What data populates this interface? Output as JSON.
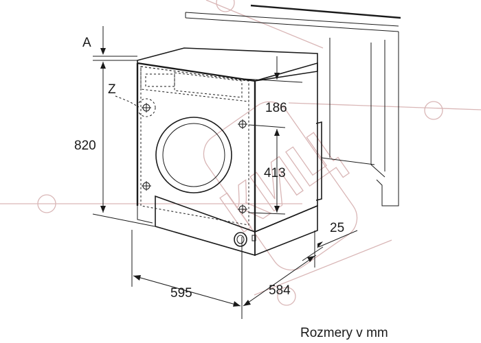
{
  "dimensions": {
    "a_label": "A",
    "z_label": "Z",
    "height": "820",
    "top_offset": "186",
    "door_span": "413",
    "toe_kick": "25",
    "width": "595",
    "depth": "584"
  },
  "caption": "Rozmery v mm",
  "watermark": {
    "text": "КИЦ"
  }
}
